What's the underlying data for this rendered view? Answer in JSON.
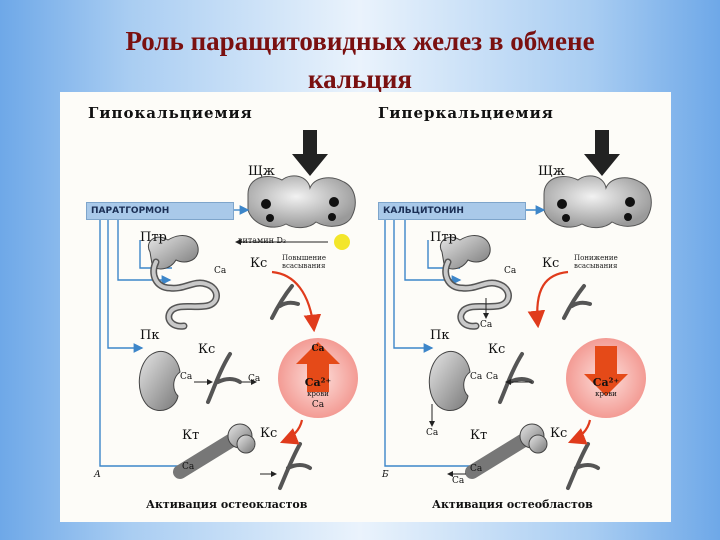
{
  "slide": {
    "title_line1": "Роль паращитовидных желез в обмене",
    "title_line2": "кальция"
  },
  "left": {
    "heading": "Гипокальциемия",
    "gland": "Щж",
    "hormone": "ПАРАТГОРМОН",
    "intestine": "Птр",
    "vitamin": "витамин D₃",
    "absorption": "Повышение всасывания",
    "vessel": "Кс",
    "kidney": "Пк",
    "bone": "Кт",
    "ca": "Ca",
    "ca_blood": "Ca²⁺",
    "blood": "крови",
    "panel_letter": "А",
    "footer": "Активация остеокластов"
  },
  "right": {
    "heading": "Гиперкальциемия",
    "gland": "Щж",
    "hormone": "КАЛЬЦИТОНИН",
    "intestine": "Птр",
    "absorption": "Понижение всасывания",
    "vessel": "Кс",
    "kidney": "Пк",
    "bone": "Кт",
    "ca": "Ca",
    "ca_blood": "Ca²⁺",
    "blood": "крови",
    "panel_letter": "Б",
    "footer": "Активация остеобластов"
  },
  "colors": {
    "title": "#7a1010",
    "hormone_box": "#a9c9e9",
    "feedback_arrow": "#e03b1c",
    "blood_circle": "#f4a8a3",
    "up_arrow": "#e54a18",
    "pathway_lines": "#3d86c9",
    "vitamin_dot": "#f3e62a"
  }
}
